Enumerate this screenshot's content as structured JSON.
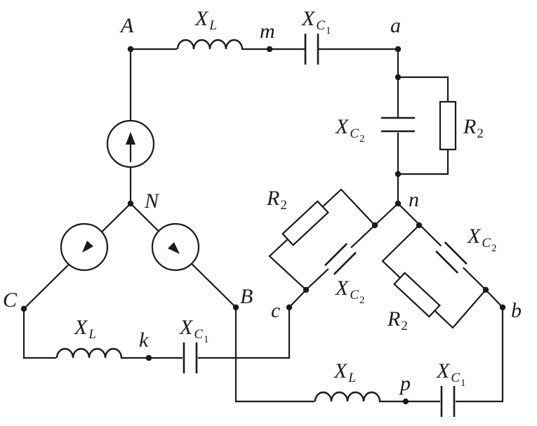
{
  "circuit": {
    "nodes": {
      "A": "A",
      "B": "B",
      "C": "C",
      "N": "N",
      "a": "a",
      "b": "b",
      "c": "c",
      "n": "n",
      "m": "m",
      "k": "k",
      "p": "p"
    },
    "components": {
      "inductor": {
        "main": "X",
        "sub": "L"
      },
      "capacitor1": {
        "main": "X",
        "sub": "C",
        "sub2": "1"
      },
      "capacitor2": {
        "main": "X",
        "sub": "C",
        "sub2": "2"
      },
      "resistor2": {
        "main": "R",
        "sub": "2"
      }
    }
  }
}
